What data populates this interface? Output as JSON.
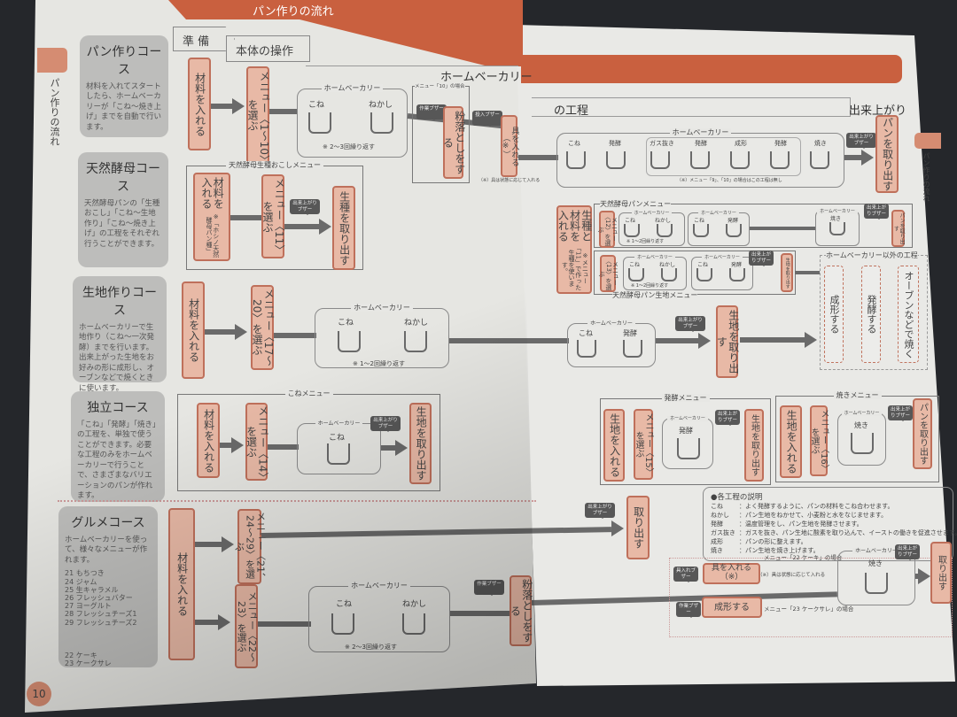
{
  "header": {
    "banner": "パン作りの流れ",
    "prep": "準 備",
    "operation": "本体の操作",
    "hb": "ホームベーカリー",
    "process": "の工程",
    "done": "出来上がり",
    "page_number": "10",
    "side_tab": "パン作りの流れ",
    "side_tab_right": "パン作りの流れ"
  },
  "courses": [
    {
      "title": "パン作りコース",
      "desc": "材料を入れてスタートしたら、ホームベーカリーが「こね〜焼き上げ」までを自動で行います。"
    },
    {
      "title": "天然酵母コース",
      "desc": "天然酵母パンの「生種おこし」「こね〜生地作り」「こね〜焼き上げ」の工程をそれぞれ行うことができます。"
    },
    {
      "title": "生地作りコース",
      "desc": "ホームベーカリーで生地作り（こね〜一次発酵）までを行います。出来上がった生地をお好みの形に成形し、オーブンなどで焼くときに使います。"
    },
    {
      "title": "独立コース",
      "desc": "「こね」「発酵」「焼き」の工程を、単独で使うことができます。必要な工程のみをホームベーカリーで行うことで、さまざまなバリエーションのパンが作れます。"
    },
    {
      "title": "グルメコース",
      "desc": "ホームベーカリーを使って、様々なメニューが作れます。",
      "items": [
        "21 もちつき",
        "24 ジャム",
        "25 生キャラメル",
        "26 フレッシュバター",
        "27 ヨーグルト",
        "28 フレッシュチーズ1",
        "29 フレッシュチーズ2"
      ],
      "items2": [
        "22 ケーキ",
        "23 ケークサレ"
      ]
    }
  ],
  "labels": {
    "put_ingredients": "材料を入れる",
    "hb": "ホームベーカリー",
    "knead": "こね",
    "rest": "ねかし",
    "ferment": "発酵",
    "degas": "ガス抜き",
    "shape": "成形",
    "bake": "焼き",
    "repeat23": "※ 2〜3回繰り返す",
    "repeat12": "※ 1〜2回繰り返す",
    "buzzer_done": "出来上がりブザー",
    "buzzer_work": "作業ブザー",
    "buzzer_add": "投入ブザー",
    "take_bread": "パンを取り出す",
    "take_dough": "生地を取り出す",
    "take_out": "取り出す",
    "put_dough": "生地を入れる",
    "flour": "粉落としをする",
    "add_fill": "具を入れる（※）",
    "fill_note": "（※）具は状態に応じて入れる",
    "shape_do": "成形する",
    "ferment_do": "発酵する",
    "oven": "オーブンなどで焼く"
  },
  "row1": {
    "menu": "メニュー〈1〜10〉を選ぶ",
    "case10": "メニュー「10」の場合",
    "skip_note": "（※）メニュー「9」、「10」の場合はこの工程は無し"
  },
  "row2": {
    "frame": "天然酵母生種おこしメニュー",
    "put_note": "※「ホシノ天然酵母パン種」",
    "menu11": "メニュー〈11〉を選ぶ",
    "take_starter": "生種を取り出す",
    "put_starter": "生種と材料を入れる",
    "starter_note": "※メニュー「11」で作った生種を使います。",
    "bread_menu": "天然酵母パンメニュー",
    "menu12": "メニュー〈12〉を選ぶ",
    "dough_menu": "天然酵母パン生地メニュー",
    "menu13": "メニュー〈13〉を選ぶ",
    "other": "ホームベーカリー以外の工程"
  },
  "row3": {
    "menu": "メニュー〈17〜20〉を選ぶ"
  },
  "row4": {
    "knead_menu": "こねメニュー",
    "menu14": "メニュー〈14〉を選ぶ",
    "ferment_menu": "発酵メニュー",
    "menu15": "メニュー〈15〉を選ぶ",
    "bake_menu": "焼きメニュー",
    "menu16": "メニュー〈16〉を選ぶ"
  },
  "row5": {
    "menu_a": "メニュー〈21、24〜29〉を選ぶ",
    "menu_b": "メニュー〈22〜23〉を選ぶ",
    "case22": "メニュー「22 ケーキ」の場合",
    "case23": "メニュー「23 ケークサレ」の場合",
    "buzzer_add": "具入れブザー"
  },
  "explain": {
    "title": "●各工程の説明",
    "rows": [
      [
        "こね",
        "：よく発酵するように、パンの材料をこね合わせます。"
      ],
      [
        "ねかし",
        "：パン生地をねかせて、小麦粉と水をなじませます。"
      ],
      [
        "発酵",
        "：温度管理をし、パン生地を発酵させます。"
      ],
      [
        "ガス抜き",
        "：ガスを抜き、パン生地に酸素を取り込んで、イーストの働きを促進させます。"
      ],
      [
        "成形",
        "：パンの形に整えます。"
      ],
      [
        "焼き",
        "：パン生地を焼き上げます。"
      ]
    ]
  }
}
